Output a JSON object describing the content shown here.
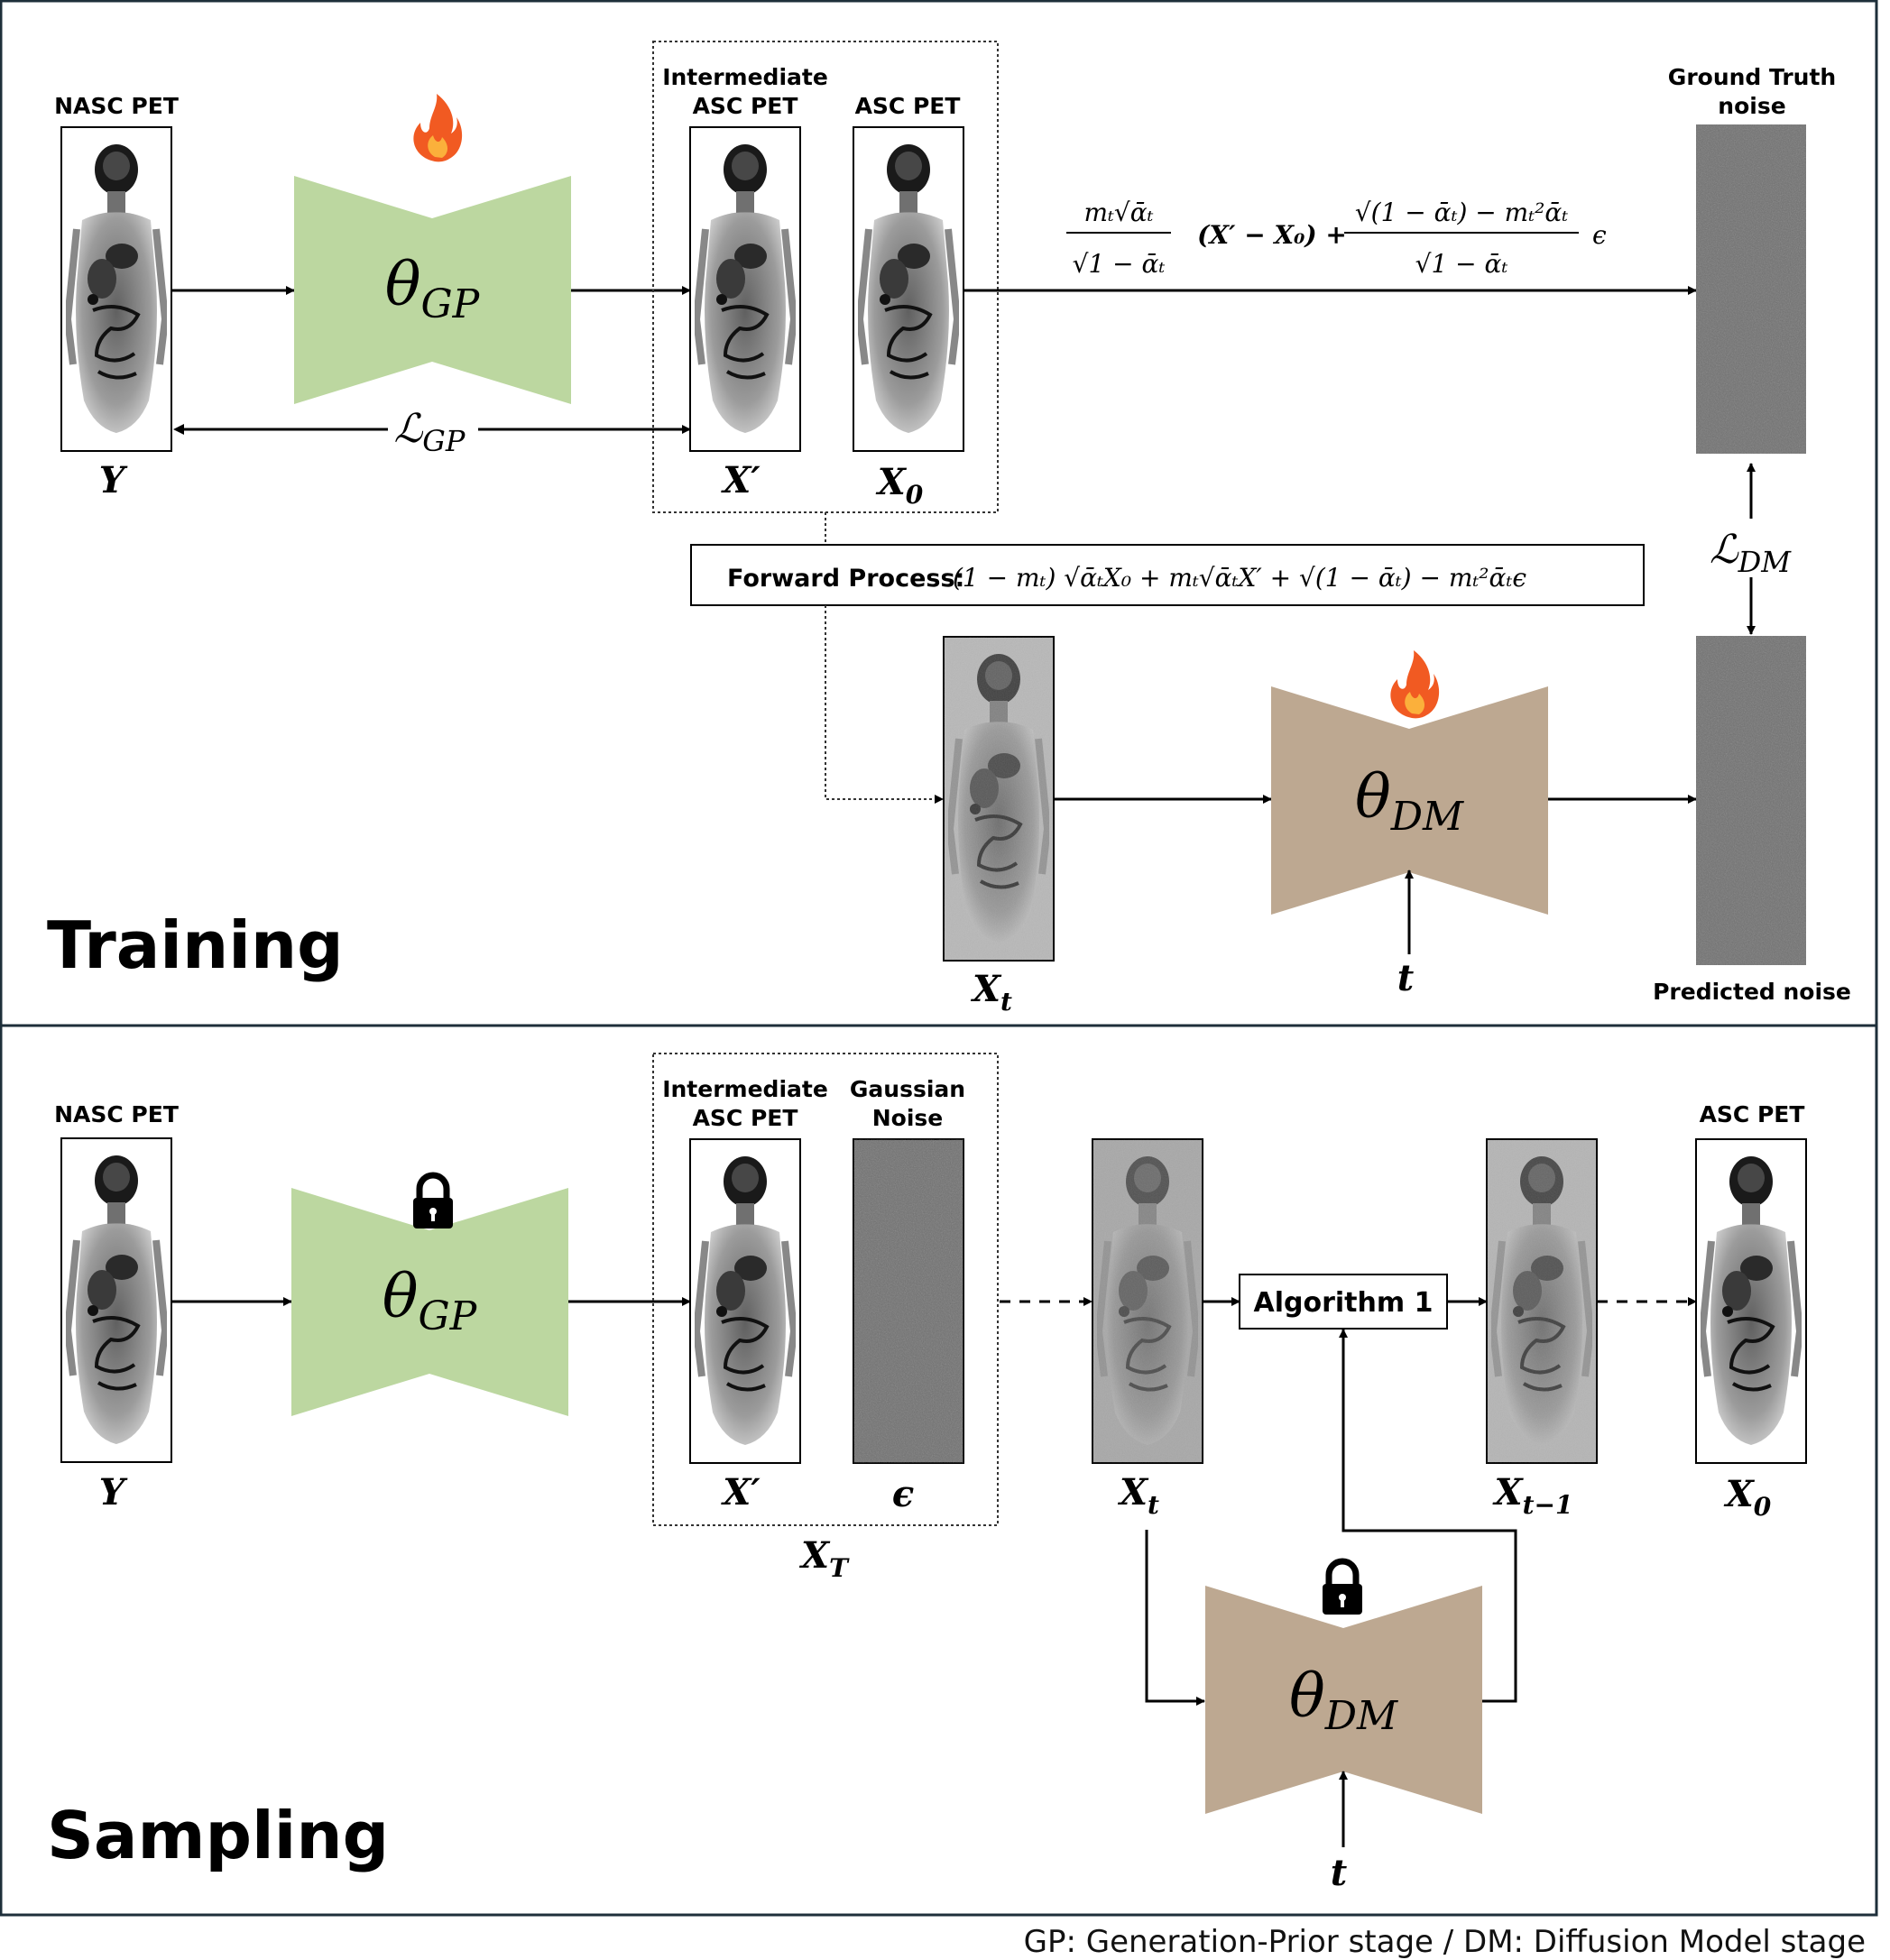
{
  "training": {
    "title": "Training",
    "nasc_label": "NASC PET",
    "y_label": "Y",
    "theta_gp": "θ",
    "theta_gp_sub": "GP",
    "loss_gp": "ℒ",
    "loss_gp_sub": "GP",
    "intermediate_line1": "Intermediate",
    "intermediate_line2": "ASC PET",
    "asc_label": "ASC PET",
    "xprime_label": "X′",
    "x0_label": "X",
    "x0_sub": "0",
    "noise_formula_num1": "mₜ√ᾱₜ",
    "noise_formula_den1": "√1 − ᾱₜ",
    "noise_formula_mid": "(X′ − X₀) +",
    "noise_formula_num2": "√(1 − ᾱₜ) − mₜ²ᾱₜ",
    "noise_formula_den2": "√1 − ᾱₜ",
    "noise_formula_eps": "ϵ",
    "gt_noise_line1": "Ground Truth",
    "gt_noise_line2": "noise",
    "loss_dm": "ℒ",
    "loss_dm_sub": "DM",
    "forward_label": "Forward Process:",
    "forward_formula": "(1 − mₜ) √ᾱₜX₀ + mₜ√ᾱₜX′ + √(1 − ᾱₜ) − mₜ²ᾱₜϵ",
    "xt_label": "X",
    "xt_sub": "t",
    "theta_dm": "θ",
    "theta_dm_sub": "DM",
    "t_label": "t",
    "pred_noise_label": "Predicted noise"
  },
  "sampling": {
    "title": "Sampling",
    "nasc_label": "NASC PET",
    "y_label": "Y",
    "theta_gp": "θ",
    "theta_gp_sub": "GP",
    "intermediate_line1": "Intermediate",
    "intermediate_line2": "ASC PET",
    "gauss_line1": "Gaussian",
    "gauss_line2": "Noise",
    "xprime_label": "X′",
    "eps_label": "ϵ",
    "xT_label": "X",
    "xT_sub": "T",
    "xt_label": "X",
    "xt_sub": "t",
    "algorithm_label": "Algorithm 1",
    "xt1_label": "X",
    "xt1_sub": "t−1",
    "asc_label": "ASC PET",
    "x0_label": "X",
    "x0_sub": "0",
    "theta_dm": "θ",
    "theta_dm_sub": "DM",
    "t_label": "t"
  },
  "footer": "GP: Generation-Prior stage / DM: Diffusion Model stage",
  "colors": {
    "gp_network": "#bcd7a0",
    "dm_network": "#bda891",
    "noise_fill": "#6f6f6f",
    "panel_border": "#1e2f3a",
    "flame": "#f15a22"
  }
}
